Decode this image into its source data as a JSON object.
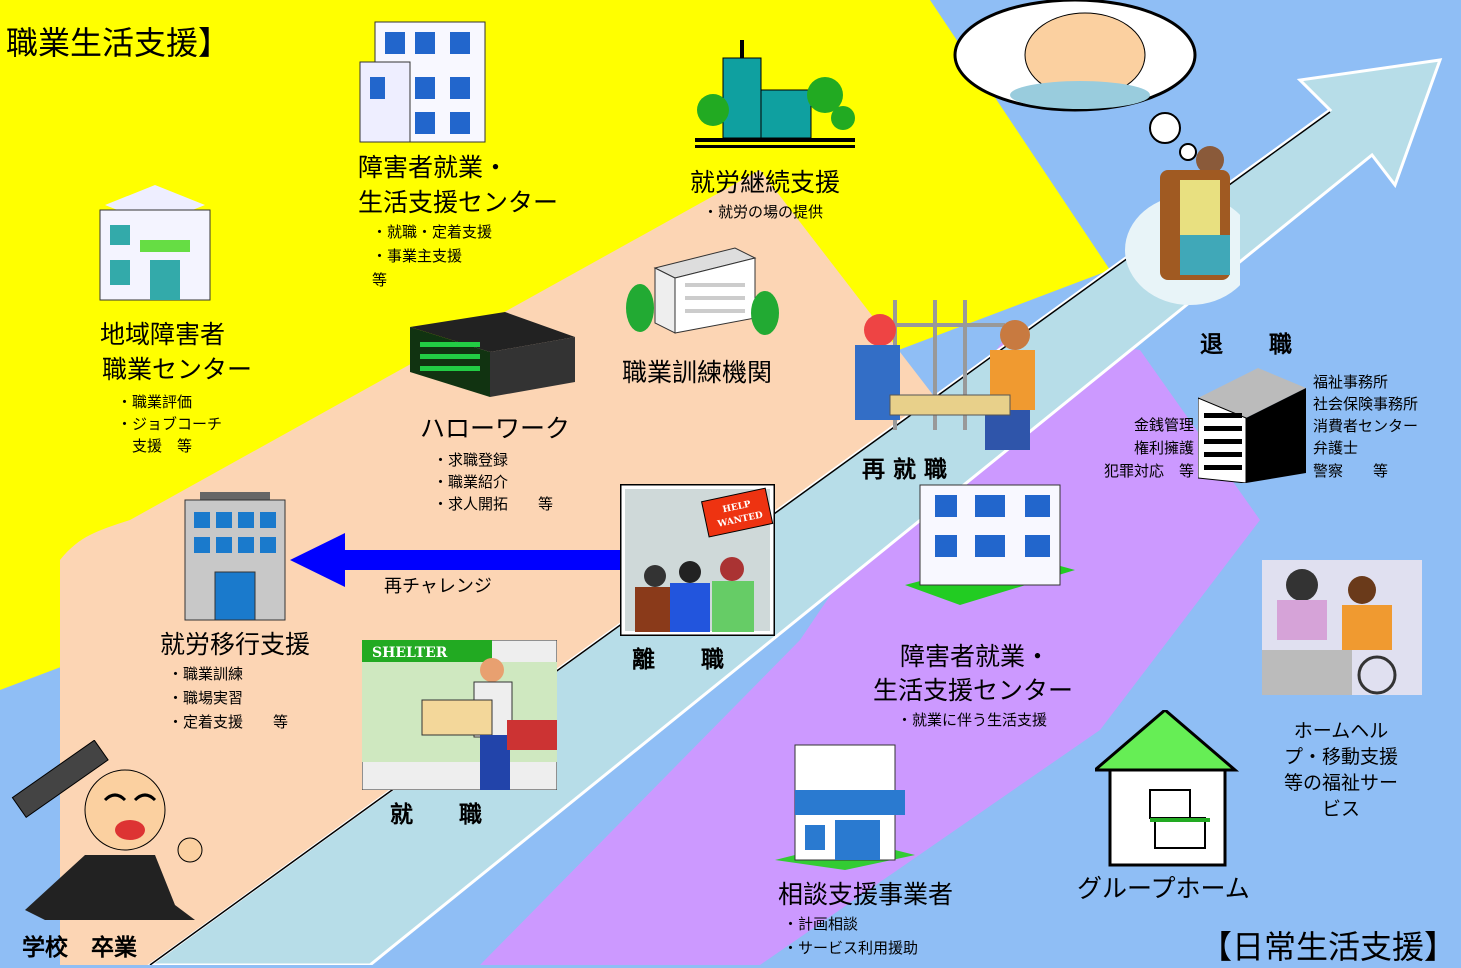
{
  "corner_labels": {
    "vocational": "職業生活支援】",
    "daily": "【日常生活支援】"
  },
  "stages": {
    "graduation": "学校　卒業",
    "employment": "就　　職",
    "leave": "離　　職",
    "reemployment": "再 就 職",
    "retirement": "退　　職"
  },
  "arrow": {
    "rechallenge": "再チャレンジ"
  },
  "vocational_support": {
    "regional_center": {
      "title_line1": "地域障害者",
      "title_line2": "職業センター",
      "items": [
        "・職業評価",
        "・ジョブコーチ",
        "　支援　等"
      ]
    },
    "employment_life_center_top": {
      "title_line1": "障害者就業・",
      "title_line2": "生活支援センター",
      "items": [
        "・就職・定着支援",
        "・事業主支援",
        "等"
      ]
    },
    "continuous_support": {
      "title": "就労継続支援",
      "items": [
        "・就労の場の提供"
      ]
    },
    "hello_work": {
      "title": "ハローワーク",
      "items": [
        "・求職登録",
        "・職業紹介",
        "・求人開拓　　等"
      ]
    },
    "training_institution": {
      "title": "職業訓練機関"
    },
    "transition_support": {
      "title": "就労移行支援",
      "items": [
        "・職業訓練",
        "・職場実習",
        "・定着支援　　等"
      ]
    }
  },
  "daily_support": {
    "rights": {
      "left_items": [
        "金銭管理",
        "権利擁護",
        "犯罪対応　等"
      ],
      "right_items": [
        "福祉事務所",
        "社会保険事務所",
        "消費者センター",
        "弁護士",
        "警察　　等"
      ]
    },
    "employment_life_center_bottom": {
      "title_line1": "障害者就業・",
      "title_line2": "生活支援センター",
      "items": [
        "・就業に伴う生活支援"
      ]
    },
    "consultation": {
      "title": "相談支援事業者",
      "items": [
        "・計画相談",
        "・サービス利用援助"
      ]
    },
    "group_home": {
      "title": "グループホーム"
    },
    "home_help": {
      "lines": [
        "ホームヘル",
        "プ・移動支援",
        "等の福祉サー",
        "ビス"
      ]
    }
  },
  "signs": {
    "help_wanted": [
      "HELP",
      "WANTED"
    ],
    "shelter": "SHELTER"
  },
  "colors": {
    "yellow_band": "#ffff00",
    "peach_band": "#fcd5b4",
    "arrow_band": "#b7dde8",
    "purple_band": "#cc99ff",
    "blue_background": "#8fbef5",
    "rechallenge_arrow": "#0000ff"
  }
}
